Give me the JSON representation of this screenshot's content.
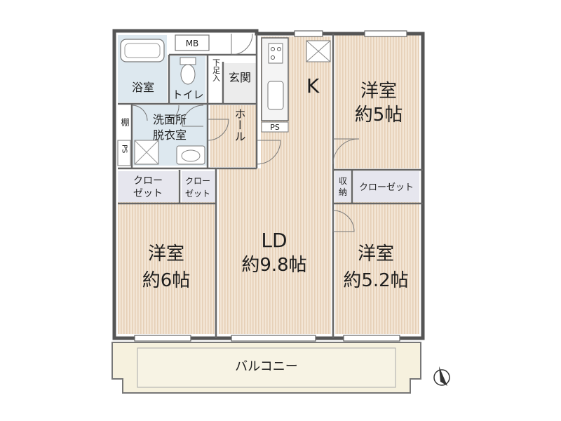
{
  "floorplan": {
    "rooms": [
      {
        "id": "bath",
        "label": "浴室"
      },
      {
        "id": "toilet",
        "label": "トイレ"
      },
      {
        "id": "entrance",
        "label": "玄関"
      },
      {
        "id": "kitchen",
        "label": "K"
      },
      {
        "id": "western_north",
        "label": "洋室",
        "size": "約5帖"
      },
      {
        "id": "shoe_box",
        "label": "下足入"
      },
      {
        "id": "hall",
        "label": "ホール"
      },
      {
        "id": "shelf",
        "label": "棚"
      },
      {
        "id": "washroom",
        "label": "洗面所",
        "label2": "脱衣室"
      },
      {
        "id": "ps_left",
        "label": "PS"
      },
      {
        "id": "ps_kitchen",
        "label": "PS"
      },
      {
        "id": "mb",
        "label": "MB"
      },
      {
        "id": "closet_a",
        "label": "クロー",
        "label2": "ゼット"
      },
      {
        "id": "closet_b",
        "label": "クロー",
        "label2": "ゼット"
      },
      {
        "id": "storage",
        "label": "収",
        "label2": "納"
      },
      {
        "id": "closet_c",
        "label": "クローゼット"
      },
      {
        "id": "western_sw",
        "label": "洋室",
        "size": "約6帖"
      },
      {
        "id": "ld",
        "label": "LD",
        "size": "約9.8帖"
      },
      {
        "id": "western_se",
        "label": "洋室",
        "size": "約5.2帖"
      },
      {
        "id": "balcony",
        "label": "バルコニー"
      }
    ],
    "compass": {
      "icon": "north-arrow-icon"
    },
    "colors": {
      "floor": "#f3e6d6",
      "stripe": "#e7d2bb",
      "wet": "#dde8ef",
      "closet": "#e6e6ee",
      "balcony": "#f6f1de",
      "wall": "#555555"
    }
  }
}
